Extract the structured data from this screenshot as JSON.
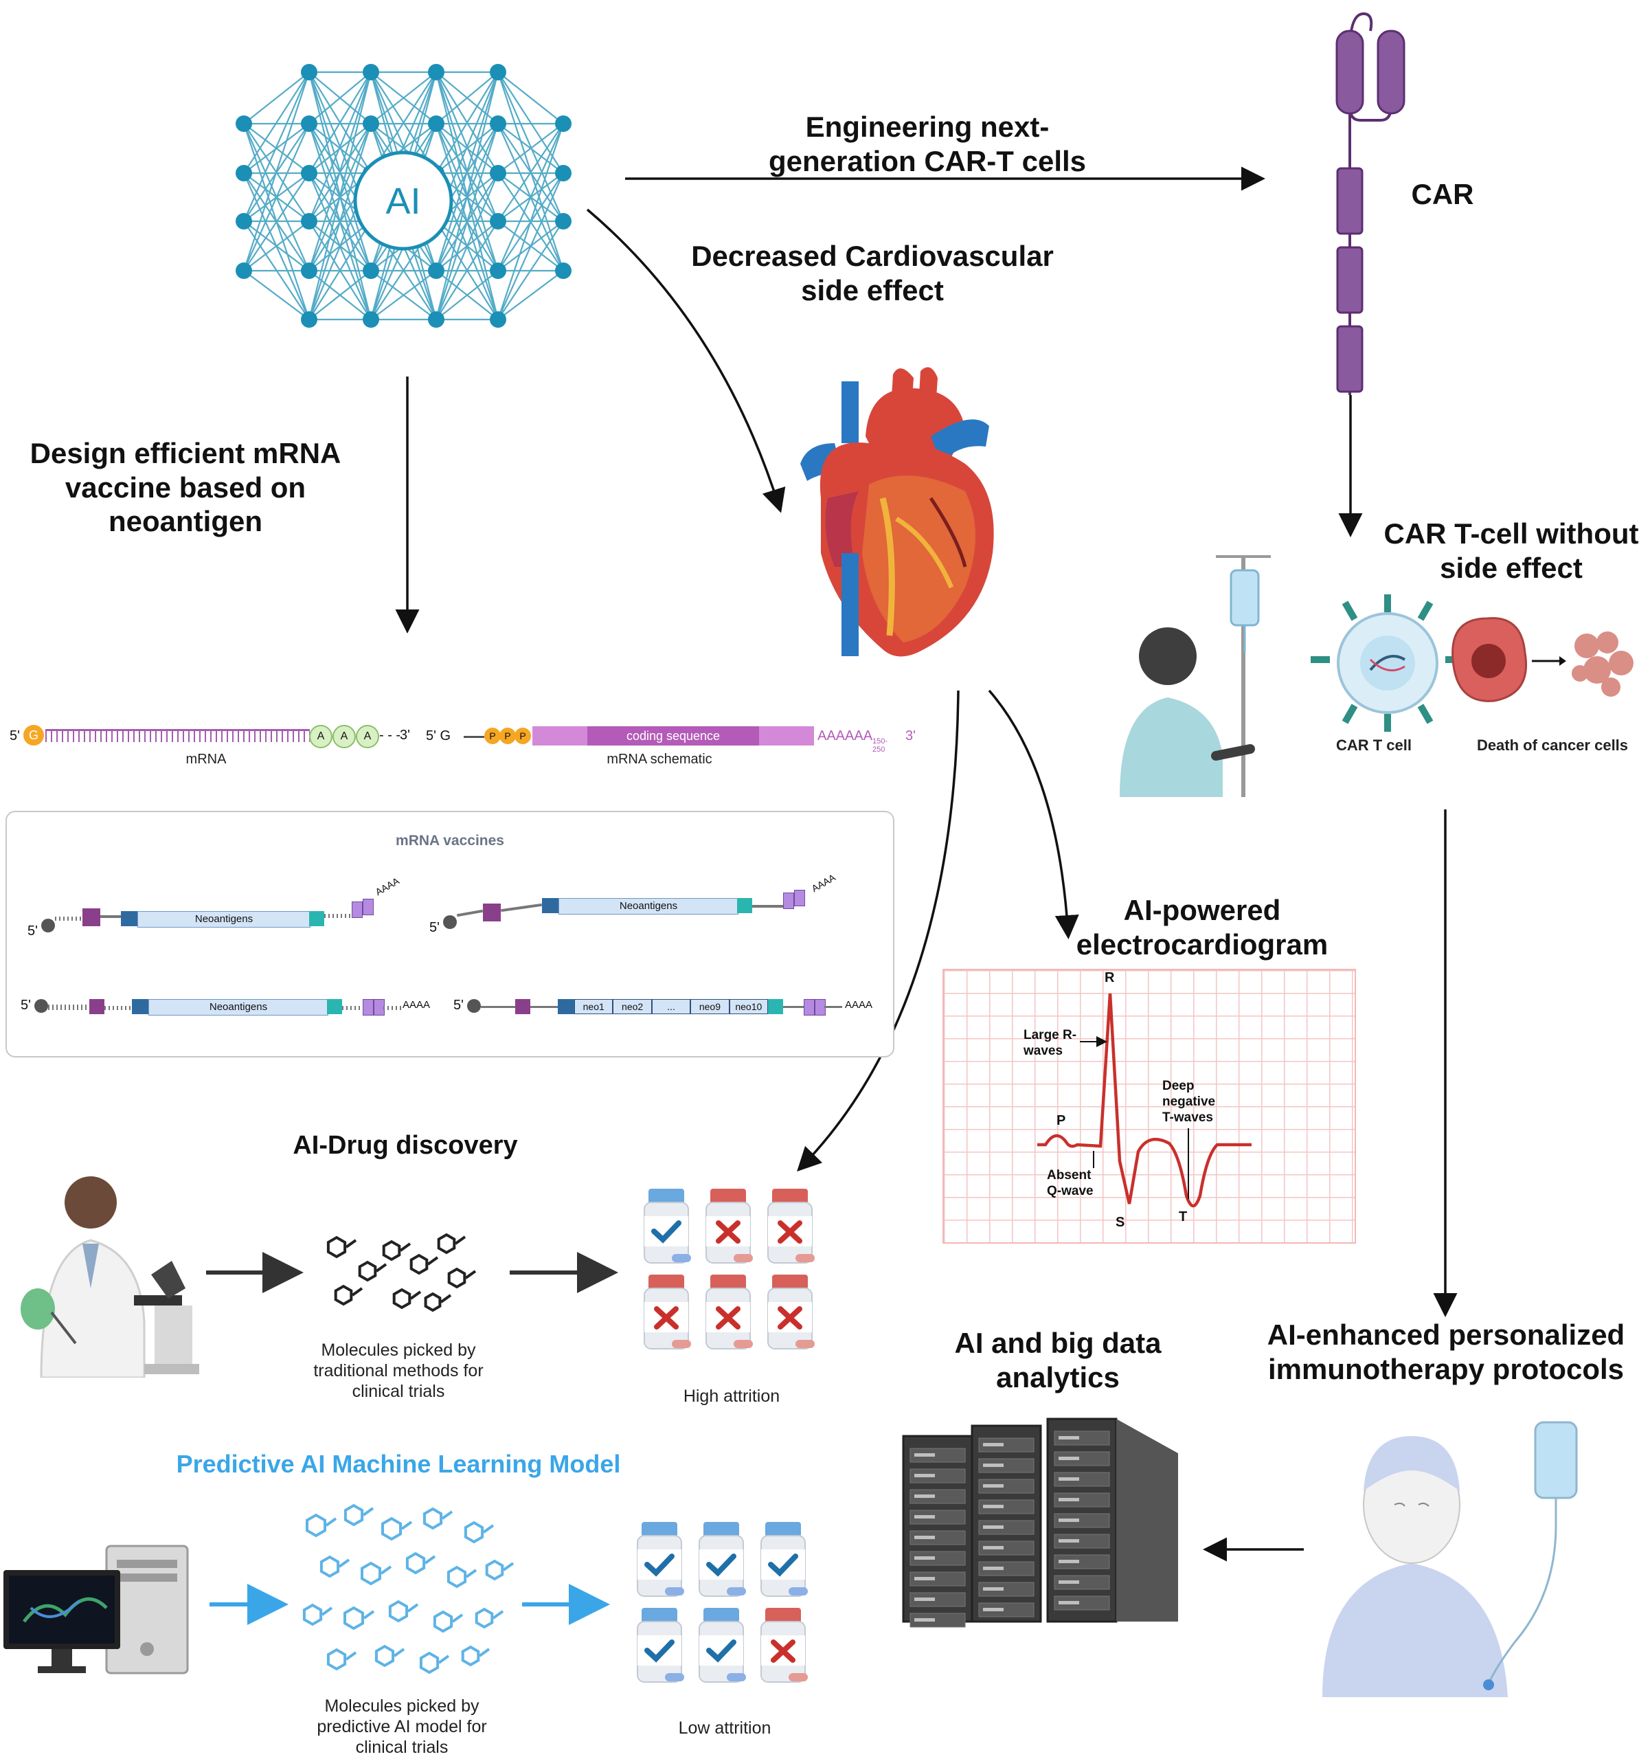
{
  "nn": {
    "label": "AI"
  },
  "labels": {
    "car_t_engineering": "Engineering next-\ngeneration CAR-T cells",
    "car": "CAR",
    "cardio": "Decreased Cardiovascular\nside effect",
    "mrna_design": "Design efficient mRNA\nvaccine based on\nneoantigen",
    "car_t_no_side": "CAR T-cell without\nside effect",
    "car_t_cell": "CAR T cell",
    "death_cancer": "Death of cancer cells",
    "ecg_title": "AI-powered\nelectrocardiogram",
    "drug_discovery": "AI-Drug discovery",
    "traditional_caption": "Molecules picked by\ntraditional methods for\nclinical trials",
    "high_attrition": "High attrition",
    "predictive_model": "Predictive AI Machine Learning Model",
    "ai_caption": "Molecules picked by\npredictive AI model for\nclinical trials",
    "low_attrition": "Low attrition",
    "big_data": "AI and big data\nanalytics",
    "immunotherapy": "AI-enhanced personalized\nimmunotherapy protocols"
  },
  "mrna": {
    "mrna_label": "mRNA",
    "schematic_label": "mRNA schematic",
    "five_prime": "5'",
    "three_prime": "3'",
    "cap_g": "G",
    "five_prime_g": "5' G",
    "a_letter": "A",
    "p_letter": "P",
    "coding_sequence": "coding sequence",
    "poly_a": "AAAAAA",
    "poly_a_sub": "150-250",
    "dashes": "- - -"
  },
  "vaccines": {
    "title": "mRNA vaccines",
    "neoantigens": "Neoantigens",
    "aaaa": "AAAA",
    "five_prime": "5'",
    "neo_segments": [
      "neo1",
      "neo2",
      "...",
      "neo9",
      "neo10"
    ]
  },
  "ecg": {
    "R": "R",
    "P": "P",
    "S": "S",
    "T": "T",
    "large_r": "Large R-\nwaves",
    "absent_q": "Absent\nQ-wave",
    "deep_t": "Deep\nnegative\nT-waves"
  },
  "colors": {
    "nn_blue": "#1b8fb5",
    "car_purple": "#8a5a9e",
    "heart_red": "#d8463a",
    "heart_blue": "#2b78c2",
    "ecg_grid": "#f2b7b7",
    "ecg_line": "#c9302c",
    "predictive_blue": "#3aa6e8",
    "check_blue": "#1f6fa8",
    "cross_red": "#c9302c"
  }
}
